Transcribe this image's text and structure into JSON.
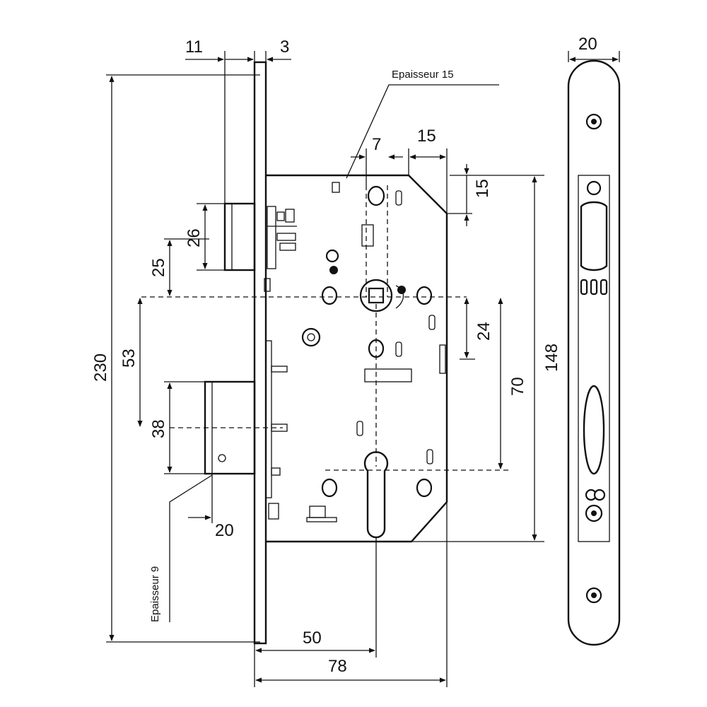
{
  "annotations": {
    "thickness_top": "Epaisseur 15",
    "thickness_bottom": "Epaisseur 9"
  },
  "dimensions": {
    "d11": "11",
    "d3": "3",
    "d7": "7",
    "d15_top": "15",
    "d15_side": "15",
    "d20_plate": "20",
    "d26": "26",
    "d25": "25",
    "d53": "53",
    "d230": "230",
    "d38": "38",
    "d24": "24",
    "d70": "70",
    "d148": "148",
    "d20_bolt": "20",
    "d50": "50",
    "d78": "78"
  }
}
